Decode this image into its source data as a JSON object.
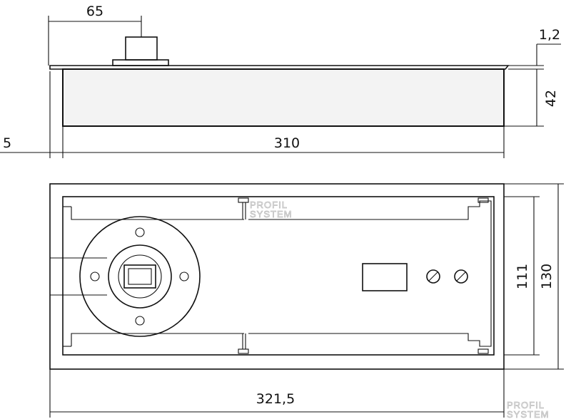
{
  "dimensions": {
    "top_width": "65",
    "plate_thickness": "1,2",
    "height": "42",
    "offset": "5",
    "length": "310",
    "inner_width": "111",
    "outer_width": "130",
    "overall_length": "321,5"
  },
  "watermark": {
    "line1": "PROFIL",
    "line2": "SYSTEM"
  }
}
